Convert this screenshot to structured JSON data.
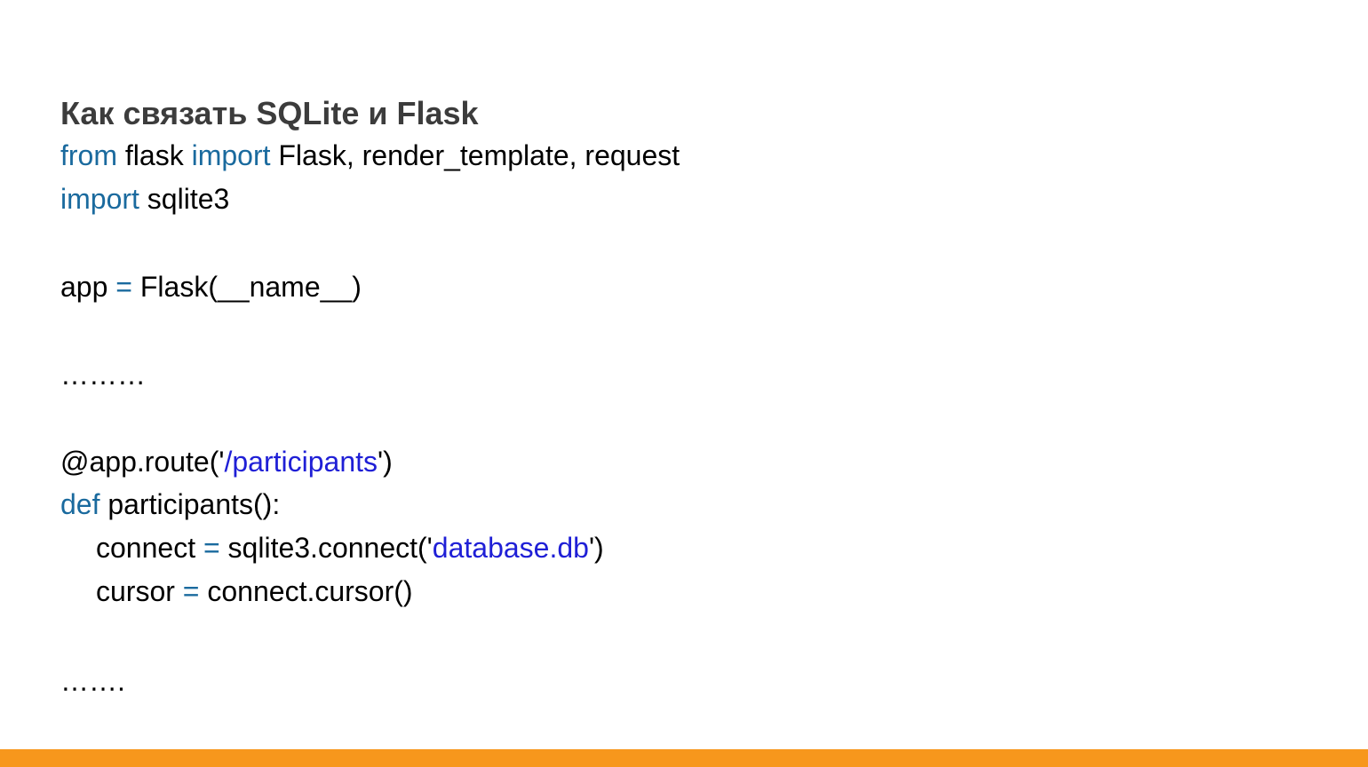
{
  "slide": {
    "title": "Как связать SQLite и Flask",
    "accent_color": "#f7971c",
    "keyword_color": "#1a6a9e",
    "string_color": "#1f1fd6",
    "code": {
      "line1": {
        "kw1": "from",
        "t1": " flask ",
        "kw2": "import",
        "t2": " Flask, render_template, request"
      },
      "line2": {
        "kw1": "import",
        "t1": " sqlite3"
      },
      "line3": {
        "t1": "app ",
        "op": "=",
        "t2": " Flask(__name__)"
      },
      "line4": {
        "t1": "………"
      },
      "line5": {
        "t1": "@app.route('",
        "str": "/participants",
        "t2": "')"
      },
      "line6": {
        "kw1": "def",
        "t1": " participants():"
      },
      "line7": {
        "t1": "connect ",
        "op": "=",
        "t2": " sqlite3.connect('",
        "str": "database.db",
        "t3": "')"
      },
      "line8": {
        "t1": "cursor ",
        "op": "=",
        "t2": " connect.cursor()"
      },
      "line9": {
        "t1": "……."
      }
    }
  }
}
